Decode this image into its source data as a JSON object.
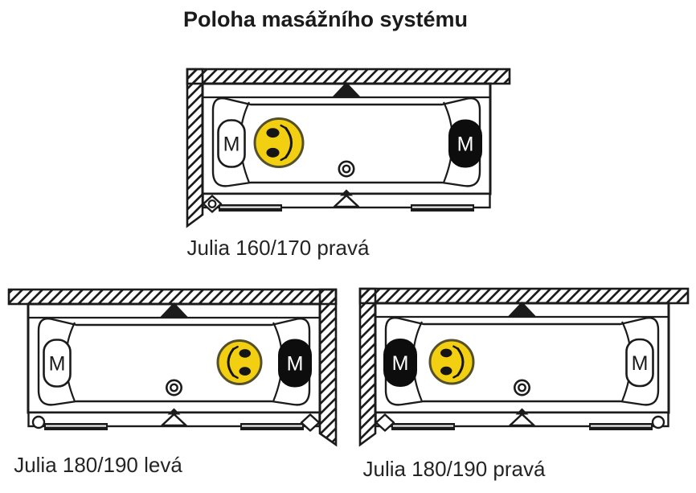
{
  "title": "Poloha masážního systému",
  "marker_letter": "M",
  "colors": {
    "line": "#1b1b1b",
    "smiley_fill": "#f3cf11",
    "smiley_outline": "#55502c",
    "smiley_features": "#151515",
    "black_marker": "#0d0d0d",
    "white": "#ffffff"
  },
  "diagrams": [
    {
      "label": "Julia 160/170 pravá",
      "model": "Julia",
      "size": "160/170",
      "orientation": "pravá",
      "wall_side": "left",
      "headrest_side": "left",
      "massage_marker_side": "right",
      "person_head_side": "left",
      "corner_left_marker": "diamond-circle",
      "corner_right_marker": "none"
    },
    {
      "label": "Julia 180/190 levá",
      "model": "Julia",
      "size": "180/190",
      "orientation": "levá",
      "wall_side": "right",
      "headrest_side": "left",
      "massage_marker_side": "right",
      "person_head_side": "right",
      "corner_left_marker": "circle",
      "corner_right_marker": "diamond"
    },
    {
      "label": "Julia 180/190 pravá",
      "model": "Julia",
      "size": "180/190",
      "orientation": "pravá",
      "wall_side": "left",
      "headrest_side": "right",
      "massage_marker_side": "left",
      "person_head_side": "left",
      "corner_left_marker": "diamond",
      "corner_right_marker": "circle"
    }
  ]
}
